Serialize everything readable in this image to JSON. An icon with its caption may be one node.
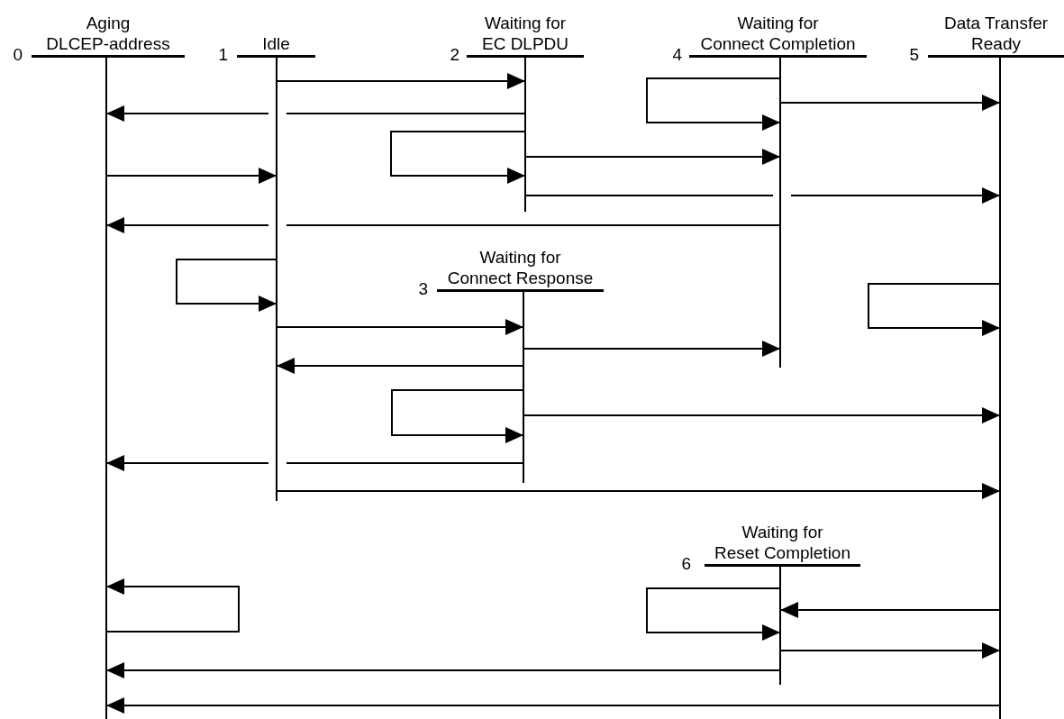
{
  "diagram": {
    "nodes": [
      {
        "text": [
          "Aging DLCEP-address"
        ]
      },
      {
        "text": [
          "Idle"
        ]
      },
      {
        "text": [
          "Waiting for EC DLPDU"
        ]
      },
      {
        "text": [
          "Waiting for Connect Response"
        ]
      },
      {
        "text": [
          "Waiting for Connect Completion"
        ]
      },
      {
        "text": [
          "Data Transfer Ready"
        ]
      },
      {
        "text": [
          "Waiting for Reset Completion"
        ]
      }
    ],
    "edges": [
      {
        "from": 4,
        "to": 4,
        "arrow": "to"
      },
      {
        "from": 1,
        "to": 2,
        "arrow": "to"
      },
      {
        "from": 4,
        "to": 5,
        "arrow": "to"
      },
      {
        "from": 2,
        "to": 0,
        "arrow": "to"
      },
      {
        "from": 2,
        "to": 2,
        "arrow": "to"
      },
      {
        "from": 2,
        "to": 4,
        "arrow": "to"
      },
      {
        "from": 0,
        "to": 1,
        "arrow": "to"
      },
      {
        "from": 2,
        "to": 5,
        "arrow": "to"
      },
      {
        "from": 4,
        "to": 0,
        "arrow": "to"
      },
      {
        "from": 1,
        "to": 1,
        "arrow": "to"
      },
      {
        "from": 5,
        "to": 5,
        "arrow": "to"
      },
      {
        "from": 1,
        "to": 3,
        "arrow": "to"
      },
      {
        "from": 3,
        "to": 4,
        "arrow": "to"
      },
      {
        "from": 3,
        "to": 1,
        "arrow": "to"
      },
      {
        "from": 3,
        "to": 3,
        "arrow": "to"
      },
      {
        "from": 3,
        "to": 5,
        "arrow": "to"
      },
      {
        "from": 3,
        "to": 0,
        "arrow": "to"
      },
      {
        "from": 1,
        "to": 5,
        "arrow": "to"
      },
      {
        "from": 0,
        "to": 0,
        "arrow": "to"
      },
      {
        "from": 6,
        "to": 6,
        "arrow": "to"
      },
      {
        "from": 5,
        "to": 6,
        "arrow": "to"
      },
      {
        "from": 6,
        "to": 5,
        "arrow": "to"
      },
      {
        "from": 6,
        "to": 0,
        "arrow": "to"
      },
      {
        "from": 5,
        "to": 0,
        "arrow": "to"
      }
    ],
    "labels": [
      "0",
      "1",
      "2",
      "4",
      "5",
      "3",
      "6"
    ]
  }
}
